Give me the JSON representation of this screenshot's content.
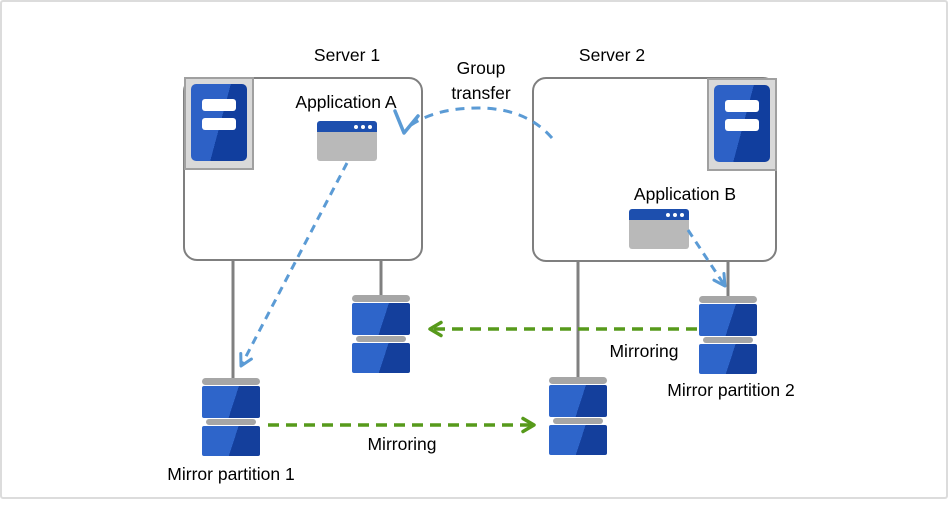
{
  "diagram": {
    "servers": [
      {
        "name": "Server 1",
        "application": "Application A"
      },
      {
        "name": "Server 2",
        "application": "Application B"
      }
    ],
    "labels": {
      "group_transfer_line1": "Group",
      "group_transfer_line2": "transfer",
      "mirroring": "Mirroring",
      "mirror_partition_1": "Mirror partition 1",
      "mirror_partition_2": "Mirror partition 2"
    },
    "icons": {
      "server_icon": "server-tower-icon",
      "application_icon": "app-window-icon",
      "disk_icon": "disk-stack-icon"
    },
    "colors": {
      "disk_blue_light": "#2e65ca",
      "disk_blue_dark": "#143f9c",
      "server_icon_blue_light": "#2d61c6",
      "server_icon_blue_dark": "#113e9e",
      "window_titlebar_blue": "#1d4fae",
      "window_body_gray": "#b9b9b9",
      "arrow_blue": "#5b9bd5",
      "arrow_green": "#579a1b",
      "line_gray": "#808080",
      "cap_gray": "#a6a6a6",
      "box_border_gray": "#7f7f7f"
    }
  }
}
